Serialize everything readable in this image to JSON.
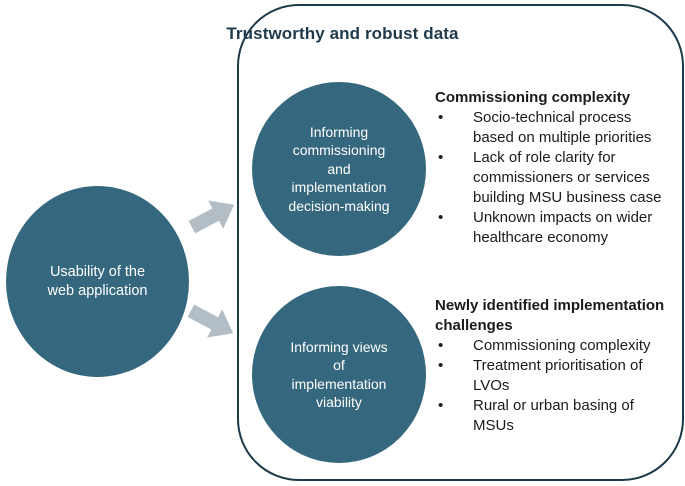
{
  "ui": {
    "bullet": "•"
  },
  "colors": {
    "circle_fill": "#35687E",
    "outline": "#1D3A49",
    "arrow_fill": "#B2BDC5",
    "heading_text": "#1F3A4C",
    "body_text": "#1B1B1B",
    "circle_text": "#FFFFFF"
  },
  "panel": {
    "title": "Trustworthy and robust data"
  },
  "left_circle": {
    "label": "Usability of the\nweb application"
  },
  "arrows": {
    "top": "block-arrow-up-right",
    "bottom": "block-arrow-down-right"
  },
  "top_circle": {
    "label": "Informing\ncommissioning\nand\nimplementation\ndecision-making"
  },
  "bottom_circle": {
    "label": "Informing views\nof\nimplementation\nviability"
  },
  "top_block": {
    "heading": "Commissioning complexity",
    "bullets": [
      "Socio-technical process\nbased on multiple priorities",
      "Lack of role clarity for\ncommissioners or services\nbuilding MSU business case",
      "Unknown impacts on wider\nhealthcare economy"
    ]
  },
  "bottom_block": {
    "heading": "Newly identified implementation\nchallenges",
    "bullets": [
      "Commissioning complexity",
      "Treatment prioritisation of\nLVOs",
      "Rural or urban basing of\nMSUs"
    ]
  }
}
